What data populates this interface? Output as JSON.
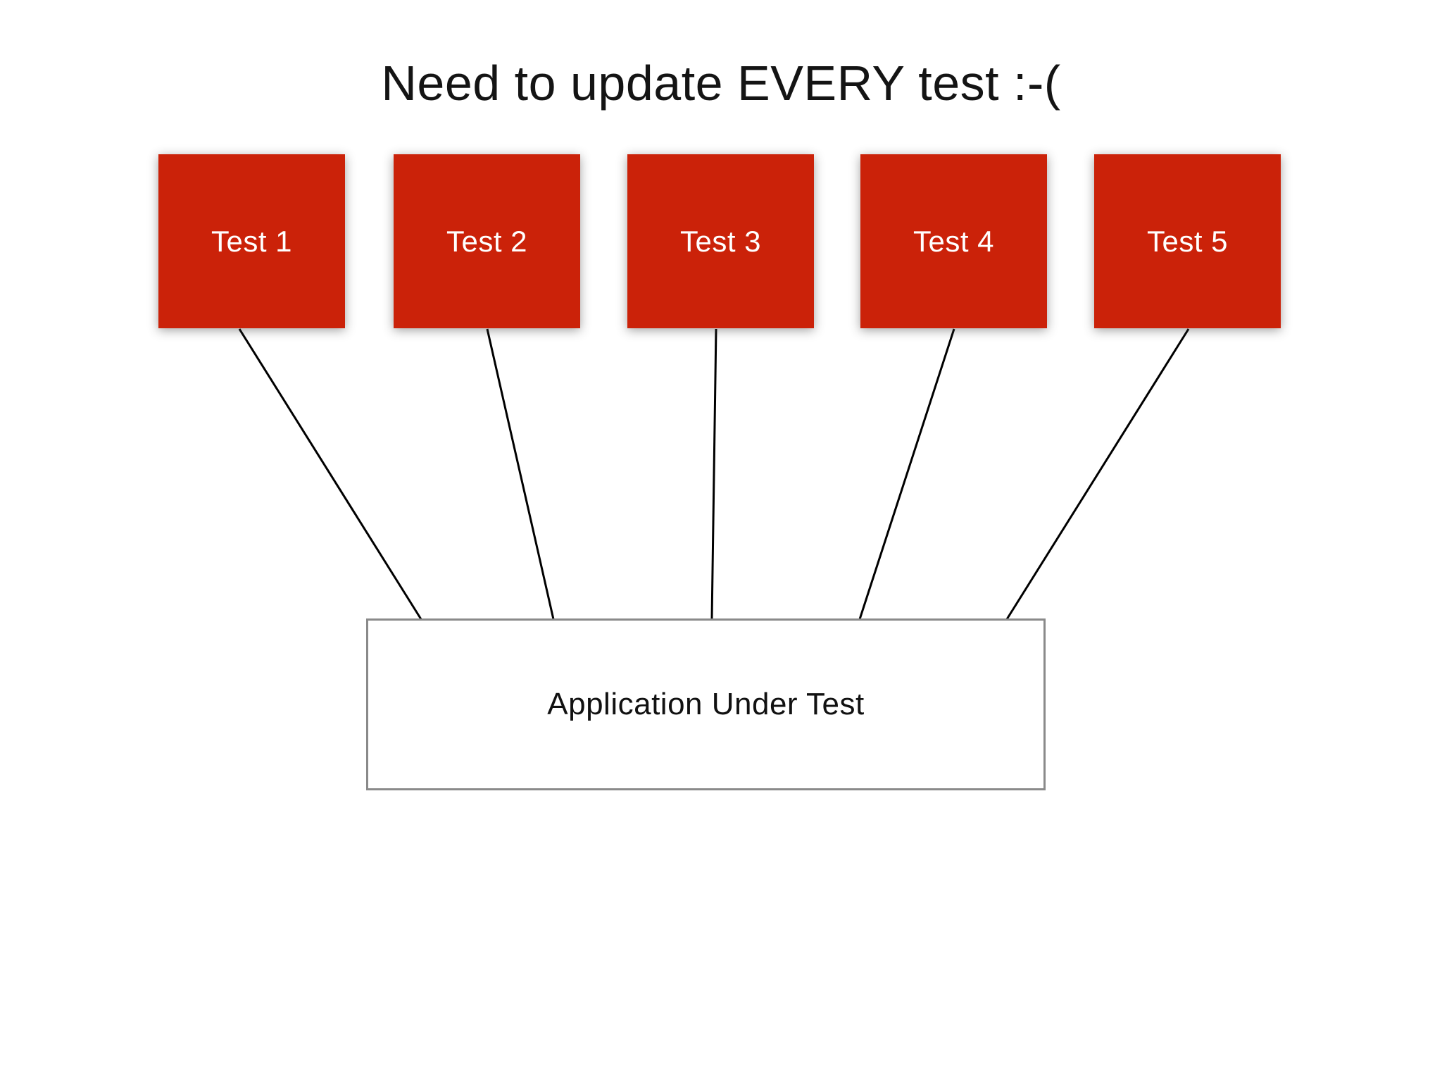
{
  "title": "Need to update EVERY test :-(",
  "diagram": {
    "tests": [
      {
        "label": "Test 1"
      },
      {
        "label": "Test 2"
      },
      {
        "label": "Test 3"
      },
      {
        "label": "Test 4"
      },
      {
        "label": "Test 5"
      }
    ],
    "application": {
      "label": "Application Under Test"
    }
  },
  "colors": {
    "background": "#ffffff",
    "test_box_fill": "#cb2209",
    "test_box_text": "#ffffff",
    "connector_line": "#000000",
    "aut_border": "#8a8a8a",
    "aut_fill": "#ffffff",
    "title_text": "#141414"
  }
}
